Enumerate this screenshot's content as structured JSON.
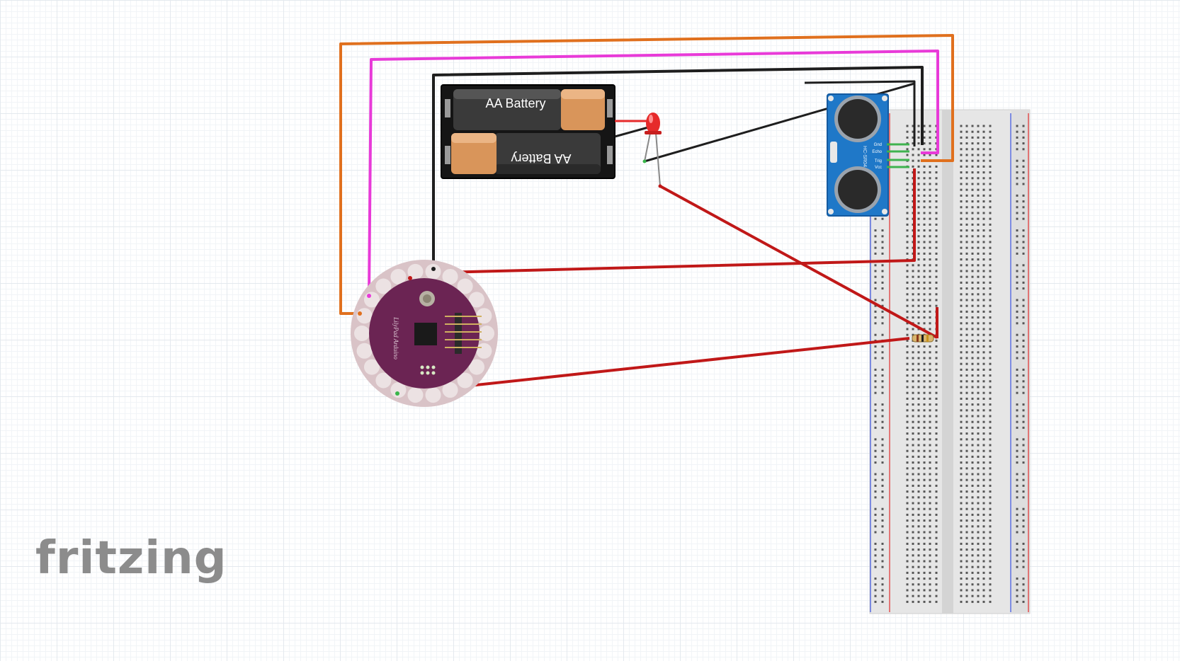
{
  "brand": {
    "logo_text": "fritzing"
  },
  "battery_pack": {
    "cell1_label": "AA Battery",
    "cell2_label": "AA Battery"
  },
  "ultrasonic_sensor": {
    "label": "HC-SR04",
    "pins": [
      "Vcc",
      "Trig",
      "Echo",
      "Gnd"
    ]
  },
  "microcontroller": {
    "label": "LilyPad Arduino"
  },
  "colors": {
    "wire_orange": "#e0701e",
    "wire_magenta": "#e83ad8",
    "wire_black": "#1e1e1e",
    "wire_red": "#c01818",
    "led_red": "#e62a2a",
    "sensor_blue": "#1f78c8",
    "lilypad_purple": "#6b2453",
    "breadboard": "#e6e6e6"
  }
}
